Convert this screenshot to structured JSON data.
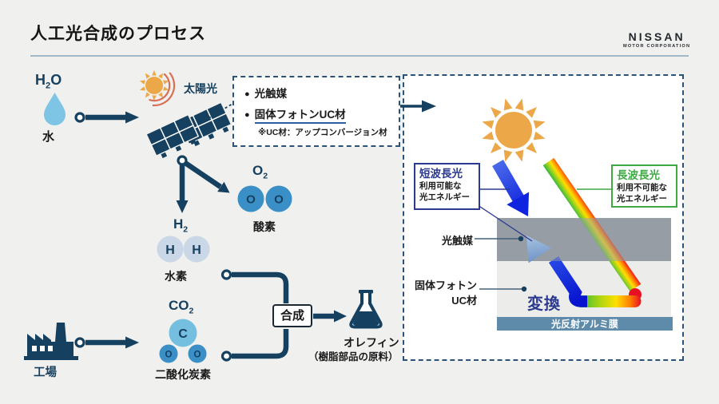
{
  "header": {
    "title": "人工光合成のプロセス",
    "brand": "NISSAN",
    "brand_sub": "MOTOR CORPORATION"
  },
  "flow": {
    "h2o": {
      "f_main": "H",
      "f_sub": "2",
      "f_tail": "O",
      "name": "水"
    },
    "sunlight": "太陽光",
    "o2": {
      "f_main": "O",
      "f_sub": "2",
      "name": "酸素",
      "a1": "O",
      "a2": "O"
    },
    "h2": {
      "f_main": "H",
      "f_sub": "2",
      "name": "水素",
      "a1": "H",
      "a2": "H"
    },
    "co2": {
      "f_main": "CO",
      "f_sub": "2",
      "name": "二酸化炭素",
      "a1": "C",
      "a2": "O",
      "a3": "O"
    },
    "factory": "工場",
    "synthesis": "合成",
    "olefin": {
      "name": "オレフィン",
      "note": "（樹脂部品の原料）"
    }
  },
  "callout": {
    "bullet": "●",
    "item1": "光触媒",
    "item2": "固体フォトンUC材",
    "note": "※UC材：アップコンバージョン材"
  },
  "panel": {
    "short_wave": {
      "title": "短波長光",
      "desc1": "利用可能な",
      "desc2": "光エネルギー"
    },
    "long_wave": {
      "title": "長波長光",
      "desc1": "利用不可能な",
      "desc2": "光エネルギー"
    },
    "photocatalyst": "光触媒",
    "uc1": "固体フォトン",
    "uc2": "UC材",
    "conversion": "変換",
    "mirror": "光反射アルミ膜"
  },
  "colors": {
    "navy": "#16405f",
    "bright_blue": "#1536e8",
    "indigo": "#2b3990",
    "green": "#3faa44",
    "sun_orange": "#eca848",
    "wave_red": "#d96f55",
    "steel_bar": "#5f8bab",
    "droplet_blue": "#7ec5e5",
    "o2_blue": "#3a8fc6",
    "h2_pale_blue": "#c9d7e7",
    "co2_sky_blue": "#74bedf",
    "gray_layer": "#949ba2",
    "light_layer": "#ececea"
  }
}
